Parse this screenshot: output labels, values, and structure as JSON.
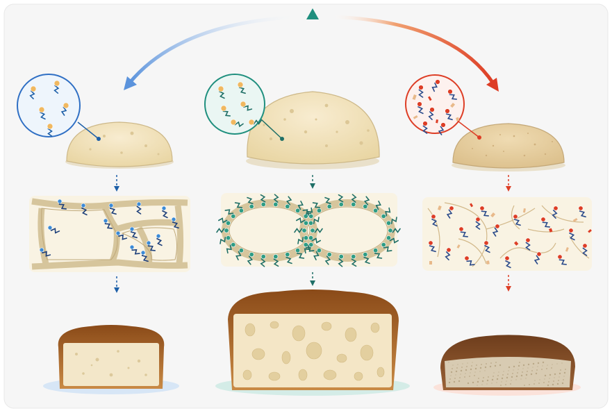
{
  "diagram": {
    "texts": [],
    "panels": [
      {
        "id": "left",
        "accent": "#2f6fc4",
        "molecule_color": "#f0b860",
        "tail_color": "#1d5fa8",
        "plate_color": "#d7e6f6"
      },
      {
        "id": "center",
        "accent": "#1f8f7e",
        "molecule_color": "#2e9c84",
        "tail_color": "#1f6f66",
        "plate_color": "#d4ece7"
      },
      {
        "id": "right",
        "accent": "#dd3d25",
        "molecule_color": "#dd3d25",
        "tail_color": "#2a4a8a",
        "plate_color": "#fbe2da"
      }
    ],
    "colors": {
      "background": "#f6f6f6",
      "dough": "#f1e3bd",
      "dough_shadow": "#d8c596",
      "crust": "#a8652a",
      "crumb": "#f3e7c9",
      "gluten": "#d9c9a2"
    },
    "icons": [
      "split-arrow-icon",
      "magnifier-circle-icon",
      "down-arrow-icon",
      "bread-loaf-icon"
    ]
  }
}
